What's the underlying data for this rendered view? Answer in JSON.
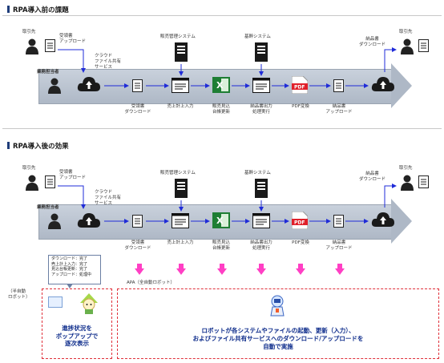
{
  "before": {
    "title": "RPA導入前の課題",
    "customer_left": "取引先",
    "customer_right": "取引先",
    "upload_doc": "受領書\nアップロード",
    "cloud": "クラウド\nファイル共有\nサービス",
    "staff": "業務担当者",
    "sales_system": "販売管理システム",
    "core_system": "基幹システム",
    "delivery_download_top": "納品書\nダウンロード",
    "steps": [
      "受領書\nダウンロード",
      "売上計上入力",
      "販売見込\n台帳更新",
      "納品書出力\n処理実行",
      "PDF変換",
      "納品書\nアップロード"
    ]
  },
  "after": {
    "title": "RPA導入後の効果",
    "customer_left": "取引先",
    "customer_right": "取引先",
    "upload_doc": "受領書\nアップロード",
    "cloud": "クラウド\nファイル共有\nサービス",
    "staff": "業務担当者",
    "sales_system": "販売管理システム",
    "core_system": "基幹システム",
    "delivery_download_top": "納品書\nダウンロード",
    "steps": [
      "受領書\nダウンロード",
      "売上計上入力",
      "販売見込\n台帳更新",
      "納品書出力\n処理実行",
      "PDF変換",
      "納品書\nアップロード"
    ],
    "apa_label": "APA（全自動ロボット）",
    "semi_robot": "（半自動\nロボット）",
    "status_lines": [
      "ダウンロード：完了",
      "売上計上入力：完了",
      "見込台帳更新：完了",
      "アップロード：処理中"
    ],
    "popup_text": "進捗状況を\nポップアップで\n逐次表示",
    "robot_text": "ロボットが各システムやファイルの起動、更新（入力）、\nおよびファイル共有サービスへのダウンロード/アップロードを\n自動で実施"
  },
  "icons": {
    "pdf_label": "PDF",
    "excel_label": "X"
  },
  "colors": {
    "arrow_blue": "#1f2bd8",
    "pink": "#ff3fc4",
    "dash_red": "#e0303a",
    "text_blue": "#0b2a8a"
  }
}
